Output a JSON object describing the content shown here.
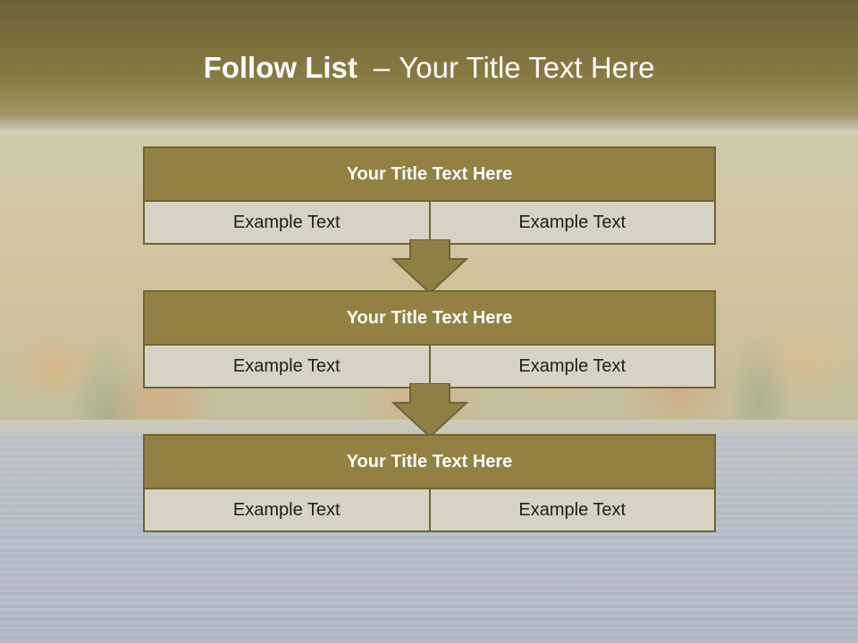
{
  "slide": {
    "title_bold": "Follow List",
    "title_separator": "–",
    "title_rest": "Your Title Text Here"
  },
  "blocks": [
    {
      "title": "Your Title Text Here",
      "left_text": "Example Text",
      "right_text": "Example Text"
    },
    {
      "title": "Your Title Text Here",
      "left_text": "Example Text",
      "right_text": "Example Text"
    },
    {
      "title": "Your Title Text Here",
      "left_text": "Example Text",
      "right_text": "Example Text"
    }
  ],
  "colors": {
    "header": "#877942",
    "block_title": "#938144",
    "block_cell": "#d7d2c3",
    "border": "#6e6535",
    "arrow": "#8e7f45"
  }
}
